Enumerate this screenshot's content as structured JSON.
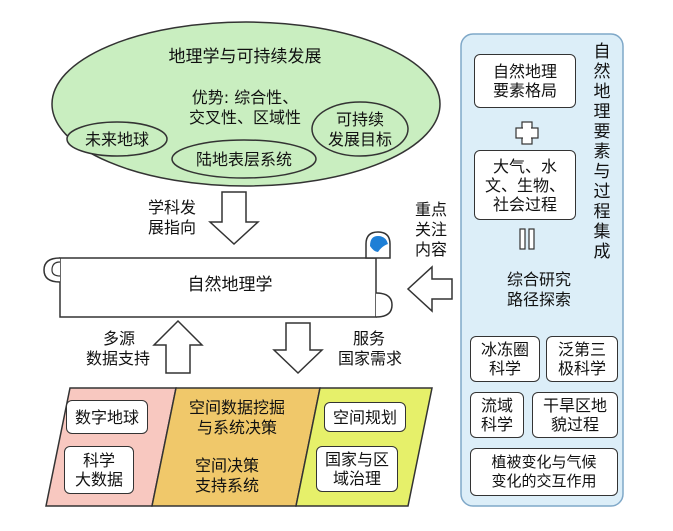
{
  "top_ellipse": {
    "title": "地理学与可持续发展",
    "advantage_line1": "优势: 综合性、",
    "advantage_line2": "交叉性、区域性",
    "future_earth": "未来地球",
    "sdg_line1": "可持续",
    "sdg_line2": "发展目标",
    "surface_system": "陆地表层系统"
  },
  "arrow_labels": {
    "guide_line1": "学科发",
    "guide_line2": "展指向",
    "focus_line1": "重点",
    "focus_line2": "关注",
    "focus_line3": "内容",
    "support_line1": "多源",
    "support_line2": "数据支持",
    "serve_line1": "服务",
    "serve_line2": "国家需求"
  },
  "center_scroll": {
    "label": "自然地理学"
  },
  "bottom_parallelograms": {
    "left": {
      "item1": "数字地球",
      "item2_line1": "科学",
      "item2_line2": "大数据"
    },
    "middle": {
      "line1": "空间数据挖掘",
      "line2": "与系统决策",
      "line3": "空间决策",
      "line4": "支持系统"
    },
    "right": {
      "item1": "空间规划",
      "item2_line1": "国家与区",
      "item2_line2": "域治理"
    }
  },
  "right_panel": {
    "vertical_title": "自然地理要素与过程集成",
    "box1_line1": "自然地理",
    "box1_line2": "要素格局",
    "box2_line1": "大气、水",
    "box2_line2": "文、生物、",
    "box2_line3": "社会过程",
    "explore_line1": "综合研究",
    "explore_line2": "路径探索",
    "cryo_line1": "冰冻圈",
    "cryo_line2": "科学",
    "pole_line1": "泛第三",
    "pole_line2": "极科学",
    "basin_line1": "流域",
    "basin_line2": "科学",
    "arid_line1": "干旱区地",
    "arid_line2": "貌过程",
    "veg_line1": "植被变化与气候",
    "veg_line2": "变化的交互作用"
  },
  "colors": {
    "ellipse_fill": "#c9eec0",
    "panel_fill": "#dceef8",
    "panel_border": "#7fa8c8",
    "left_fill": "#f8c8c0",
    "middle_fill": "#f0c86a",
    "right_fill": "#e6f06a",
    "scroll_accent": "#1e7fd6"
  }
}
